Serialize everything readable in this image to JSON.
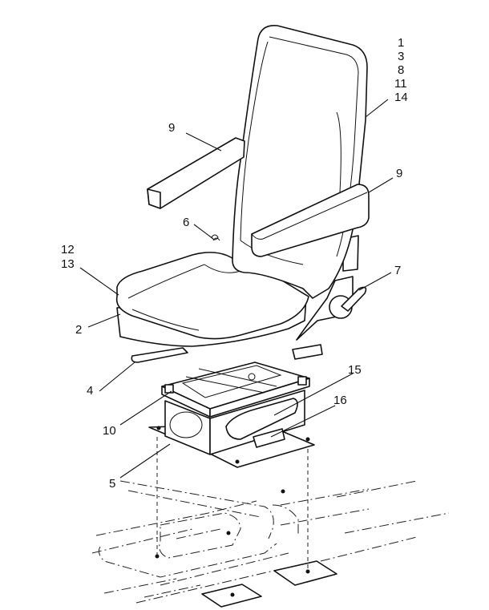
{
  "callouts": {
    "c1": "1",
    "c3": "3",
    "c8": "8",
    "c11": "11",
    "c14": "14",
    "c9_left": "9",
    "c9_right": "9",
    "c6": "6",
    "c12": "12",
    "c13": "13",
    "c7": "7",
    "c2": "2",
    "c4": "4",
    "c15": "15",
    "c16": "16",
    "c10": "10",
    "c5": "5"
  }
}
